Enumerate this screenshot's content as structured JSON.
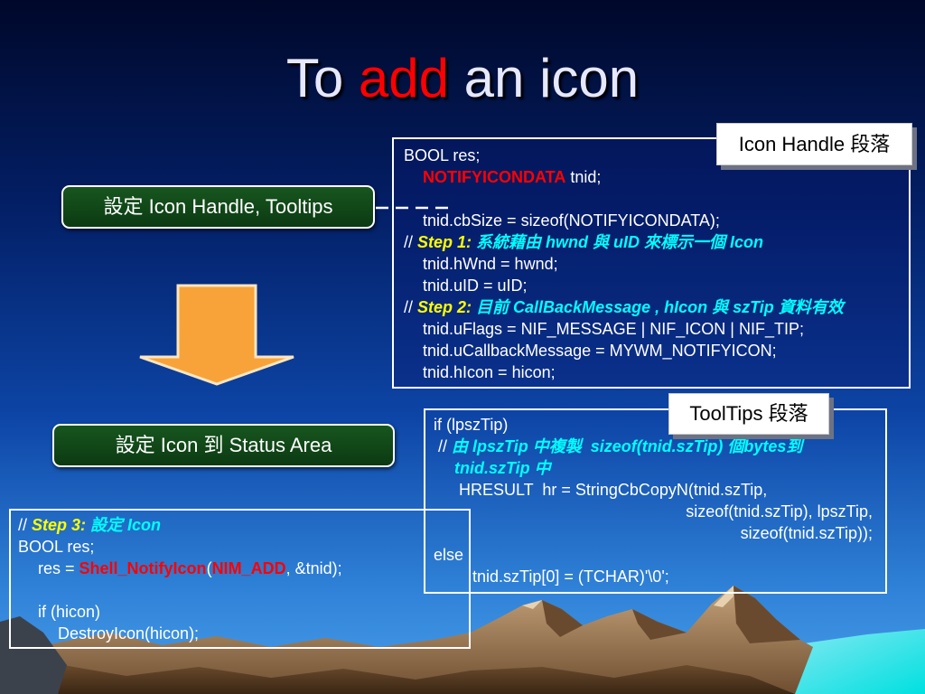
{
  "slide": {
    "title": {
      "prefix": "To",
      "highlight": "add",
      "suffix": "an icon"
    },
    "flow": {
      "step_1": "設定 Icon Handle, Tooltips",
      "step_2": "設定 Icon 到 Status Area"
    },
    "callouts": {
      "icon_handle": "Icon Handle 段落",
      "tooltips": "ToolTips 段落"
    },
    "code_block_1": {
      "lines": [
        [
          "BOOL res;"
        ],
        [
          "NOTIFYICONDATA",
          " tnid;"
        ],
        [
          "tnid.cbSize = sizeof(NOTIFYICONDATA);"
        ],
        [
          "// ",
          "Step 1:",
          " 系統藉由 hwnd 與 uID 來標示一個 Icon"
        ],
        [
          "tnid.hWnd = hwnd;"
        ],
        [
          "tnid.uID = uID;"
        ],
        [
          "// ",
          "Step 2:",
          " 目前 CallBackMessage , hIcon 與 szTip 資料有效"
        ],
        [
          "tnid.uFlags = NIF_MESSAGE | NIF_ICON | NIF_TIP;"
        ],
        [
          "tnid.uCallbackMessage = MYWM_NOTIFYICON;"
        ],
        [
          "tnid.hIcon = hicon;"
        ]
      ]
    },
    "code_block_2": {
      "lines": [
        [
          "if (lpszTip)"
        ],
        [
          "// ",
          "由 lpszTip 中複製  sizeof(tnid.szTip) 個bytes到"
        ],
        [
          "tnid.szTip 中"
        ],
        [
          "HRESULT  hr = StringCbCopyN(tnid.szTip,"
        ],
        [
          "sizeof(tnid.szTip), lpszTip,"
        ],
        [
          "sizeof(tnid.szTip));"
        ],
        [
          "else"
        ],
        [
          "tnid.szTip[0] = (TCHAR)'\\0';"
        ]
      ]
    },
    "code_block_3": {
      "lines": [
        [
          "// ",
          "Step 3:",
          " 設定 Icon"
        ],
        [
          "BOOL res;"
        ],
        [
          "res = ",
          "Shell_NotifyIcon",
          "(",
          "NIM_ADD",
          ", &tnid);"
        ],
        [
          "if (hicon)"
        ],
        [
          "DestroyIcon(hicon);"
        ]
      ]
    }
  },
  "colors": {
    "title_text": "#e6e8ff",
    "title_highlight": "#ff0000",
    "code_text": "#ffffff",
    "keyword_red": "#ff0000",
    "step_yellow": "#ffff00",
    "comment_cyan": "#00ffff",
    "step_box_fill": "#0c3a12",
    "arrow_fill": "#f7a33a",
    "label_fill": "#ffffff",
    "label_text": "#000000"
  }
}
